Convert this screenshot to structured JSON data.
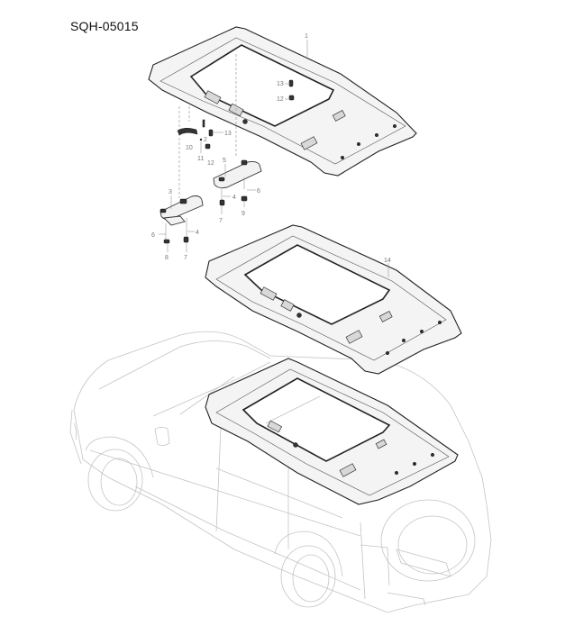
{
  "diagram": {
    "code": "SQH-05015",
    "type": "exploded parts diagram",
    "subject": "roof headliner assembly",
    "assemblies": [
      {
        "id": "headliner-exploded",
        "label": "1"
      },
      {
        "id": "headliner-assembled",
        "label": "14"
      },
      {
        "id": "vehicle-installed",
        "label": ""
      }
    ],
    "callouts": {
      "c1": "1",
      "c2": "2",
      "c3": "3",
      "c4a": "4",
      "c4b": "4",
      "c5": "5",
      "c6a": "6",
      "c6b": "6",
      "c7a": "7",
      "c7b": "7",
      "c8": "8",
      "c9": "9",
      "c10": "10",
      "c11": "11",
      "c12a": "12",
      "c12b": "12",
      "c13a": "13",
      "c13b": "13",
      "c14": "14"
    }
  }
}
